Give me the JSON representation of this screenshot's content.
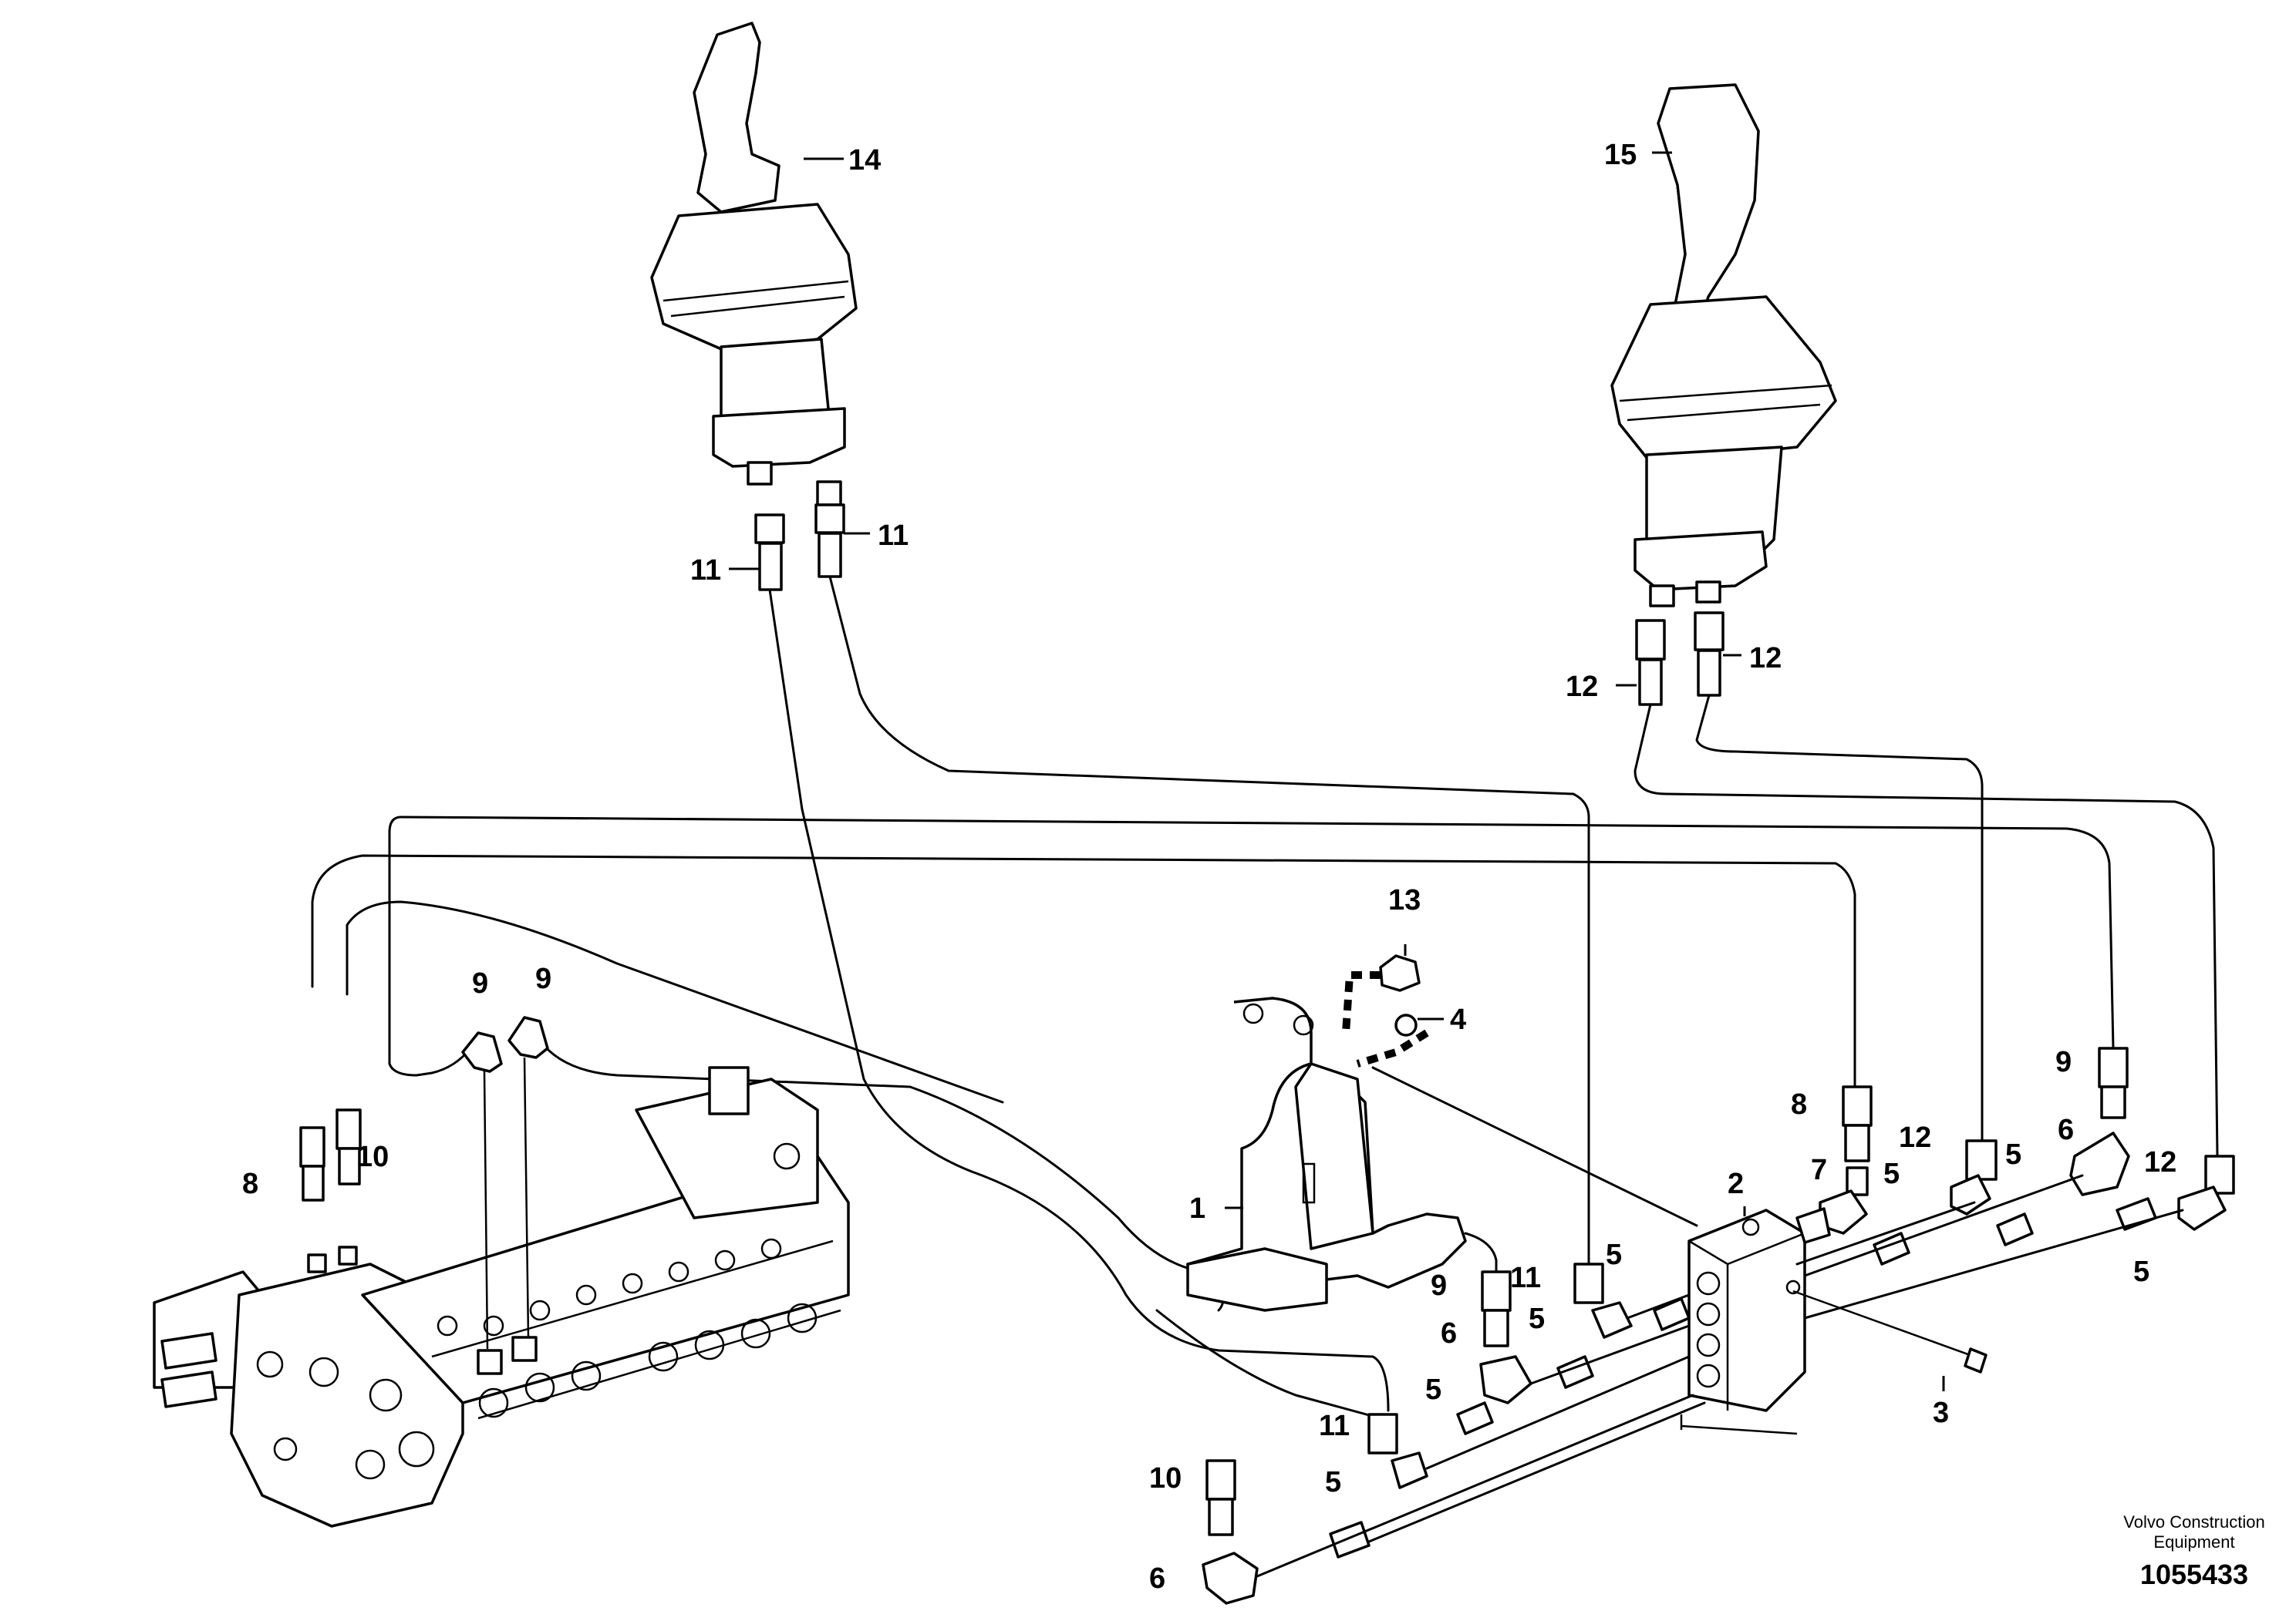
{
  "callouts": {
    "c1": "1",
    "c2": "2",
    "c3": "3",
    "c4": "4",
    "c5a": "5",
    "c5b": "5",
    "c5c": "5",
    "c5d": "5",
    "c5e": "5",
    "c5f": "5",
    "c5g": "5",
    "c6a": "6",
    "c6b": "6",
    "c6c": "6",
    "c7": "7",
    "c8a": "8",
    "c8b": "8",
    "c9a": "9",
    "c9b": "9",
    "c9c": "9",
    "c9d": "9",
    "c10a": "10",
    "c10b": "10",
    "c11a": "11",
    "c11b": "11",
    "c11c": "11",
    "c11d": "11",
    "c12a": "12",
    "c12b": "12",
    "c12c": "12",
    "c12d": "12",
    "c13": "13",
    "c14": "14",
    "c15": "15"
  },
  "footer": {
    "credit_line1": "Volvo Construction",
    "credit_line2": "Equipment",
    "document_number": "1055433"
  }
}
